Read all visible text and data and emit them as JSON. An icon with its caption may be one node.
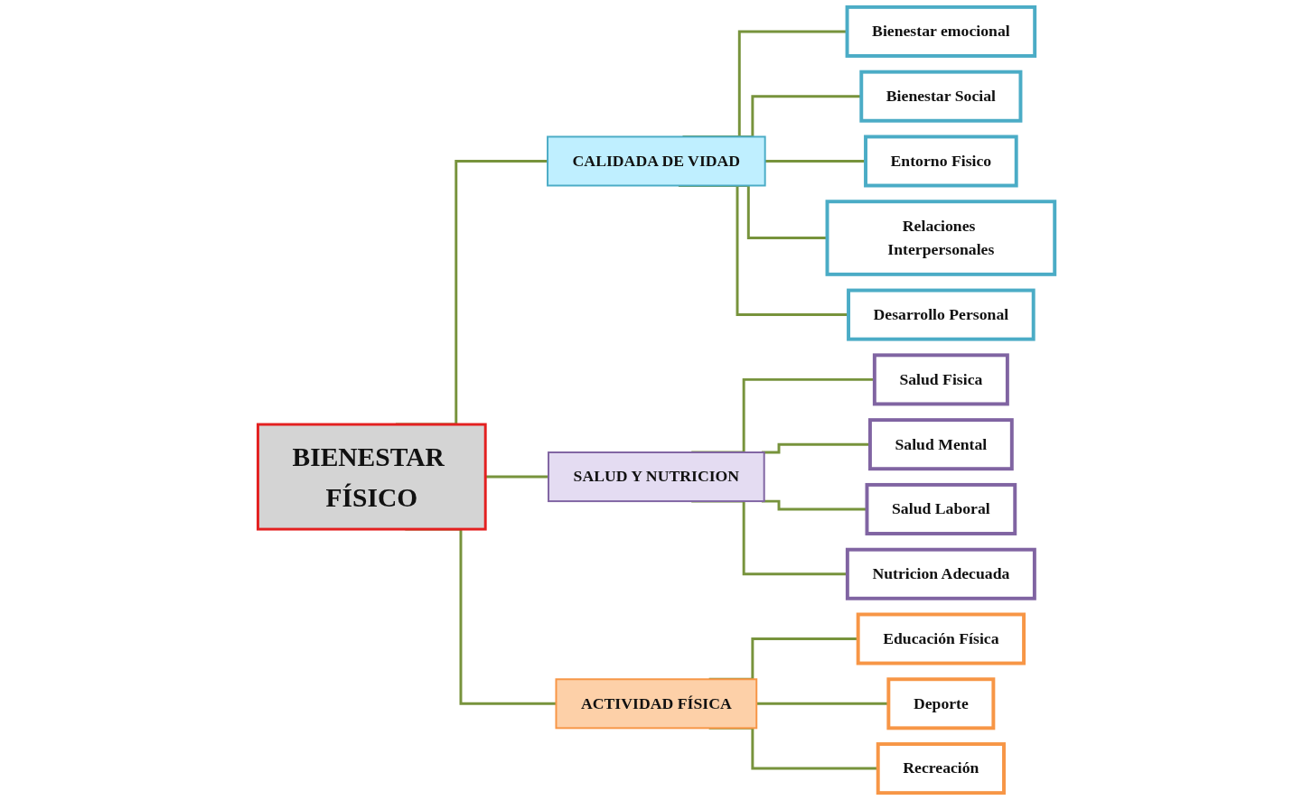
{
  "diagram": {
    "nodes": [
      {
        "text": [
          "BIENESTAR FÍSICO"
        ]
      },
      {
        "text": [
          "CALIDADA DE VIDAD"
        ]
      },
      {
        "text": [
          "Bienestar emocional"
        ]
      },
      {
        "text": [
          "Bienestar Social"
        ]
      },
      {
        "text": [
          "Entorno Fisico"
        ]
      },
      {
        "text": [
          "Relaciones Interpersonales"
        ]
      },
      {
        "text": [
          "Desarrollo Personal"
        ]
      },
      {
        "text": [
          "SALUD Y NUTRICION"
        ]
      },
      {
        "text": [
          "Salud Fisica"
        ]
      },
      {
        "text": [
          "Salud Mental"
        ]
      },
      {
        "text": [
          "Salud Laboral"
        ]
      },
      {
        "text": [
          "Nutricion Adecuada"
        ]
      },
      {
        "text": [
          "ACTIVIDAD FÍSICA"
        ]
      },
      {
        "text": [
          "Educación Física"
        ]
      },
      {
        "text": [
          "Deporte"
        ]
      },
      {
        "text": [
          "Recreación"
        ]
      }
    ],
    "edges": [
      {
        "from": 0,
        "to": 1,
        "arrow": "none"
      },
      {
        "from": 0,
        "to": 7,
        "arrow": "none"
      },
      {
        "from": 0,
        "to": 12,
        "arrow": "none"
      },
      {
        "from": 1,
        "to": 2,
        "arrow": "none"
      },
      {
        "from": 1,
        "to": 3,
        "arrow": "none"
      },
      {
        "from": 1,
        "to": 4,
        "arrow": "none"
      },
      {
        "from": 1,
        "to": 5,
        "arrow": "none"
      },
      {
        "from": 1,
        "to": 6,
        "arrow": "none"
      },
      {
        "from": 7,
        "to": 8,
        "arrow": "none"
      },
      {
        "from": 7,
        "to": 9,
        "arrow": "none"
      },
      {
        "from": 7,
        "to": 10,
        "arrow": "none"
      },
      {
        "from": 7,
        "to": 11,
        "arrow": "none"
      },
      {
        "from": 12,
        "to": 13,
        "arrow": "none"
      },
      {
        "from": 12,
        "to": 14,
        "arrow": "none"
      },
      {
        "from": 12,
        "to": 15,
        "arrow": "none"
      }
    ]
  }
}
